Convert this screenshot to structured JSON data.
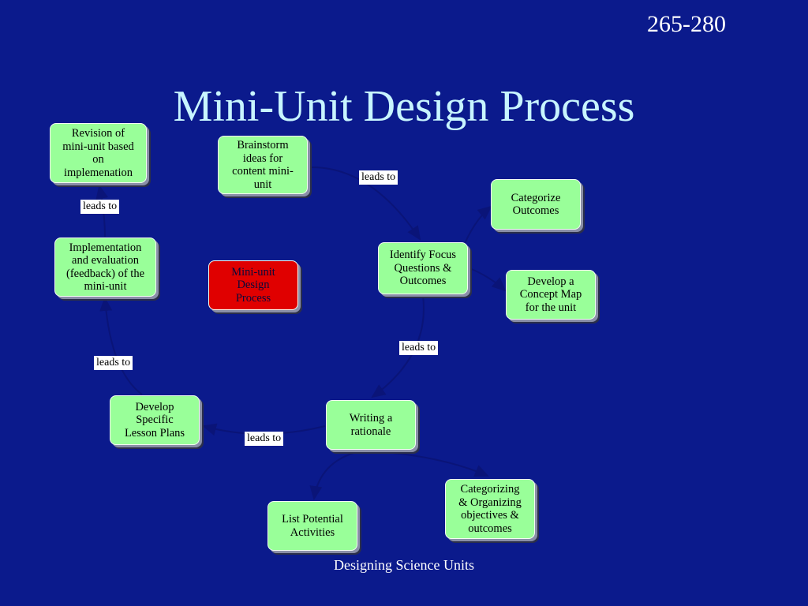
{
  "slide": {
    "page_number": "265-280",
    "title": "Mini-Unit Design Process",
    "footer": "Designing Science Units"
  },
  "center": "Mini-unit\nDesign\nProcess",
  "nodes": {
    "brainstorm": "Brainstorm\nideas for\ncontent mini-\nunit",
    "identify": "Identify Focus\nQuestions &\nOutcomes",
    "categorize": "Categorize\nOutcomes",
    "concept_map": "Develop a\nConcept Map\nfor the unit",
    "rationale": "Writing a\nrationale",
    "categorizing": "Categorizing\n& Organizing\nobjectives &\noutcomes",
    "activities": "List Potential\nActivities",
    "lesson_plans": "Develop\nSpecific\nLesson Plans",
    "implementation": "Implementation\nand evaluation\n(feedback) of the\nmini-unit",
    "revision": "Revision of\nmini-unit based\non\nimplemenation"
  },
  "links": {
    "brainstorm_identify": "leads to",
    "identify_rationale": "leads to",
    "rationale_lesson": "leads to",
    "lesson_implementation": "leads to",
    "implementation_revision": "leads to"
  },
  "colors": {
    "background": "#0b1a8c",
    "node_fill": "#99ff99",
    "center_fill": "#e00000",
    "title": "#c8f5ff",
    "connector": "#0a1478"
  }
}
